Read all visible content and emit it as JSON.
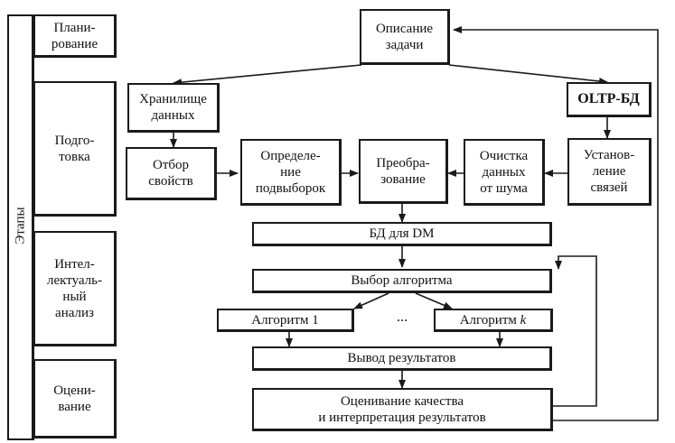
{
  "stages_title": "Этапы",
  "stages": {
    "planning": "Плани-\nрование",
    "preparation": "Подго-\nтовка",
    "mining": "Интел-\nлектуаль-\nный\nанализ",
    "evaluation": "Оцени-\nвание"
  },
  "nodes": {
    "task_description": "Описание\nзадачи",
    "data_warehouse": "Хранилище\nданных",
    "oltp_db": "OLTP-БД",
    "feature_selection": "Отбор\nсвойств",
    "subsample": "Определе-\nние\nподвыборок",
    "transformation": "Преобра-\nзование",
    "noise_cleaning": "Очистка\nданных\nот шума",
    "link_establishment": "Установ-\nление\nсвязей",
    "dm_database": "БД для DM",
    "algorithm_choice": "Выбор алгоритма",
    "algorithm_1": "Алгоритм 1",
    "ellipsis": "...",
    "algorithm_k_prefix": "Алгоритм ",
    "algorithm_k_var": "k",
    "results_output": "Вывод результатов",
    "quality_evaluation": "Оценивание качества\nи интерпретация результатов"
  }
}
